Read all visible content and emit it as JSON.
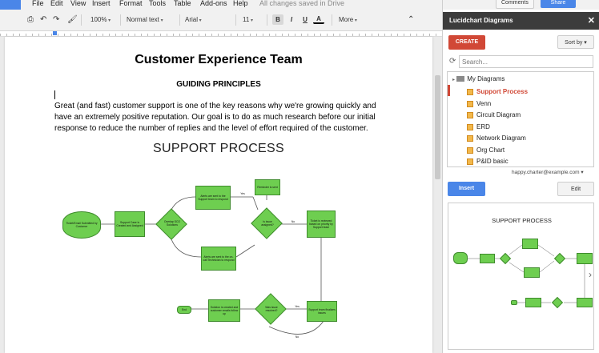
{
  "menu": {
    "items": [
      "File",
      "Edit",
      "View",
      "Insert",
      "Format",
      "Tools",
      "Table",
      "Add-ons",
      "Help"
    ],
    "save_status": "All changes saved in Drive"
  },
  "toolbar": {
    "zoom": "100%",
    "style": "Normal text",
    "font": "Arial",
    "size": "11",
    "bold": "B",
    "italic": "I",
    "underline": "U",
    "text_color": "A",
    "more": "More"
  },
  "top_right": {
    "comments": "Comments",
    "share": "Share"
  },
  "document": {
    "title": "Customer Experience Team",
    "subtitle": "GUIDING PRINCIPLES",
    "paragraph_lines": [
      "Great (and fast) customer support is one of the key reasons why we're growing quickly and",
      "have an extremely positive reputation.  Our goal is to do as much research before our initial",
      "response to reduce the number of replies and the level of effort required of the customer."
    ],
    "heading": "SUPPORT PROCESS"
  },
  "flowchart": {
    "nodes": {
      "ticket": "Ticket/Email Submitted by Customer",
      "case": "Support Case is Created and Assigned",
      "ux": "Alerts are sent to the Support team to respond",
      "tech": "Alerts are sent to the on-call Technician to respond",
      "reminder": "Reminder is sent",
      "ticket_assigned": "Ticket is reviewed based on priority by Support team",
      "support_team": "Support team finalizes issues",
      "solution": "Solution is created and customer emails follow up",
      "end": "End"
    },
    "diamonds": {
      "d1": "Overlap SCO Solutions",
      "d2": "Is issue assigned?",
      "d3": "Was issue resolved?"
    },
    "edge_labels": [
      "Yes",
      "No",
      "Yes",
      "No"
    ]
  },
  "panel": {
    "title": "Lucidchart Diagrams",
    "close": "✕",
    "create": "CREATE",
    "sort": "Sort by",
    "search_placeholder": "Search...",
    "root_folder": "My Diagrams",
    "diagrams": [
      "Support Process",
      "Venn",
      "Circuit Diagram",
      "ERD",
      "Network Diagram",
      "Org Chart",
      "P&ID basic"
    ],
    "account": "happy.charter@example.com",
    "insert": "Insert",
    "edit": "Edit",
    "preview_title": "SUPPORT PROCESS"
  },
  "colors": {
    "node_fill": "#6ece50",
    "node_border": "#3f8b2d",
    "create": "#d14836",
    "insert": "#4a86e8",
    "header": "#3c3c3c"
  }
}
